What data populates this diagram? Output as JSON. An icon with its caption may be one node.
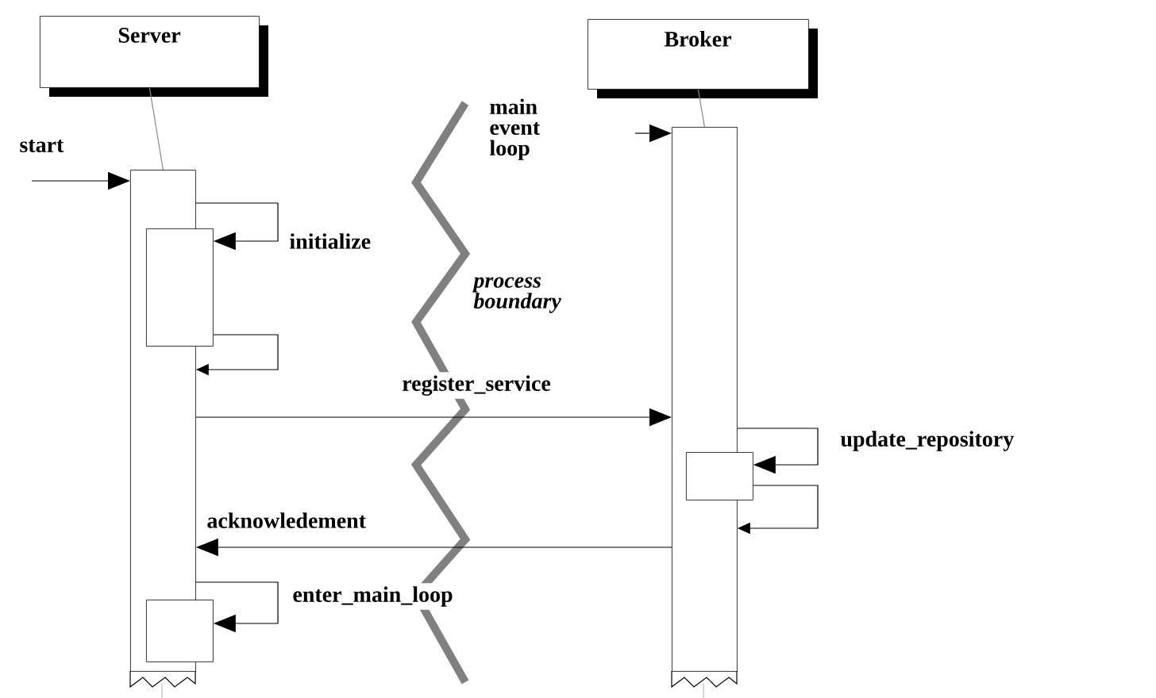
{
  "diagram": {
    "nodes": [
      {
        "text": [
          "Server"
        ]
      },
      {
        "text": [
          "Broker"
        ]
      },
      {
        "text": [],
        "shape": "bar"
      },
      {
        "text": [],
        "shape": "box"
      },
      {
        "text": [],
        "shape": "box"
      },
      {
        "text": [],
        "shape": "bar"
      },
      {
        "text": [],
        "shape": "box"
      }
    ],
    "edges": [
      {
        "from": 0,
        "to": 2,
        "arrow": "none",
        "color": "#888888"
      },
      {
        "from": 1,
        "to": 5,
        "arrow": "none",
        "color": "#888888"
      },
      {
        "from": null,
        "to": 2,
        "arrow": "to",
        "label": "start"
      },
      {
        "from": null,
        "to": 5,
        "arrow": "to",
        "label": "main event loop"
      },
      {
        "from": 2,
        "to": 3,
        "arrow": "to",
        "label": "initialize"
      },
      {
        "from": 3,
        "to": 2,
        "arrow": "to"
      },
      {
        "from": 2,
        "to": 5,
        "arrow": "to",
        "label": "register_service"
      },
      {
        "from": 5,
        "to": 6,
        "arrow": "to",
        "label": "update_repository"
      },
      {
        "from": 6,
        "to": 5,
        "arrow": "to"
      },
      {
        "from": 5,
        "to": 2,
        "arrow": "to",
        "label": "acknowledement"
      },
      {
        "from": 2,
        "to": 4,
        "arrow": "to",
        "label": "enter_main_loop"
      }
    ],
    "labels": [
      "process boundary"
    ]
  }
}
